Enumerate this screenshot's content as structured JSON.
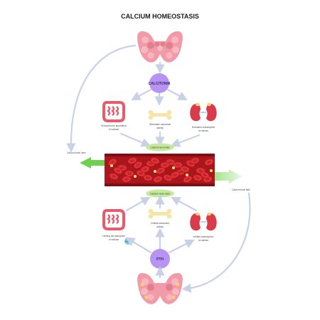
{
  "title": "CALCIUM HOMEOSTASIS",
  "top": {
    "hormone": "CALCITONIN",
    "gut_text": [
      "Enhances the absorption",
      "of calcium"
    ],
    "bone_text": [
      "Stimulates osteoclast",
      "activity"
    ],
    "kidney_text": [
      "Increases reabsorption",
      "of calcium"
    ],
    "level_text": "Calcium level falls"
  },
  "bottom": {
    "hormone": "PTH",
    "level_text": "Calcium level rises",
    "bone_text": [
      "Inhibits osteoclast",
      "activity"
    ],
    "gut_text": [
      "Limiting the absorption",
      "of calcium"
    ],
    "kidney_text": [
      "Inhibits reabsorption",
      "of calcium"
    ],
    "vitamin_text": "Vitamin"
  },
  "side": {
    "left_text": "Calcium level rises",
    "right_text": "Calcium level falls"
  },
  "colors": {
    "thyroid": "#f29aa8",
    "thyroid_dark": "#e07f90",
    "hormone_circle": "#b794f4",
    "blood_vessel": "#b0191f",
    "rbc": "#e0343a",
    "calcium_oval": "#c6e8a0",
    "arrow_green": "#7ad65a",
    "bone": "#f5e6a8",
    "flow_arrow": "#c9d1e6"
  }
}
